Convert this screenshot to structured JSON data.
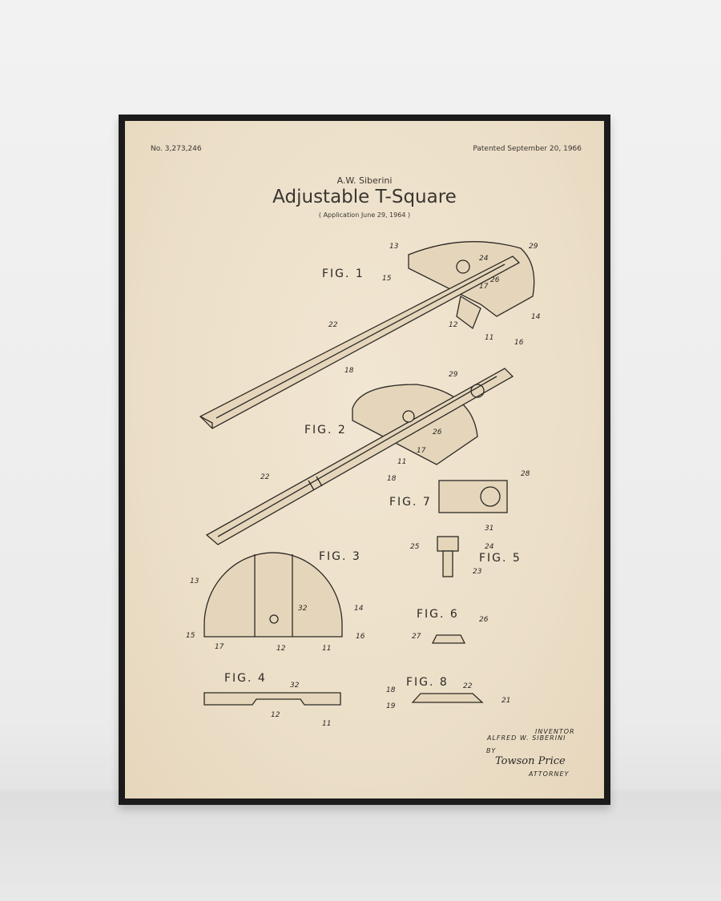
{
  "poster": {
    "patent_number": "No. 3,273,246",
    "patent_date": "Patented September 20, 1966",
    "inventor_header": "A.W. Siberini",
    "title": "Adjustable T-Square",
    "application": "( Application  June 29, 1964 )"
  },
  "figures": [
    "FIG. 1",
    "FIG. 2",
    "FIG. 3",
    "FIG. 4",
    "FIG. 5",
    "FIG. 6",
    "FIG. 7",
    "FIG. 8"
  ],
  "part_numbers": [
    "13",
    "15",
    "24",
    "29",
    "26",
    "17",
    "12",
    "11",
    "14",
    "16",
    "22",
    "18",
    "11",
    "26",
    "17",
    "22",
    "18",
    "29",
    "28",
    "31",
    "25",
    "24",
    "23",
    "13",
    "32",
    "14",
    "15",
    "17",
    "12",
    "11",
    "16",
    "26",
    "27",
    "32",
    "12",
    "11",
    "18",
    "19",
    "22",
    "21"
  ],
  "signature": {
    "inventor_label": "INVENTOR",
    "inventor_name": "ALFRED  W. SIBERINI",
    "by": "BY",
    "attorney_signature": "Towson Price",
    "attorney_label": "ATTORNEY"
  }
}
